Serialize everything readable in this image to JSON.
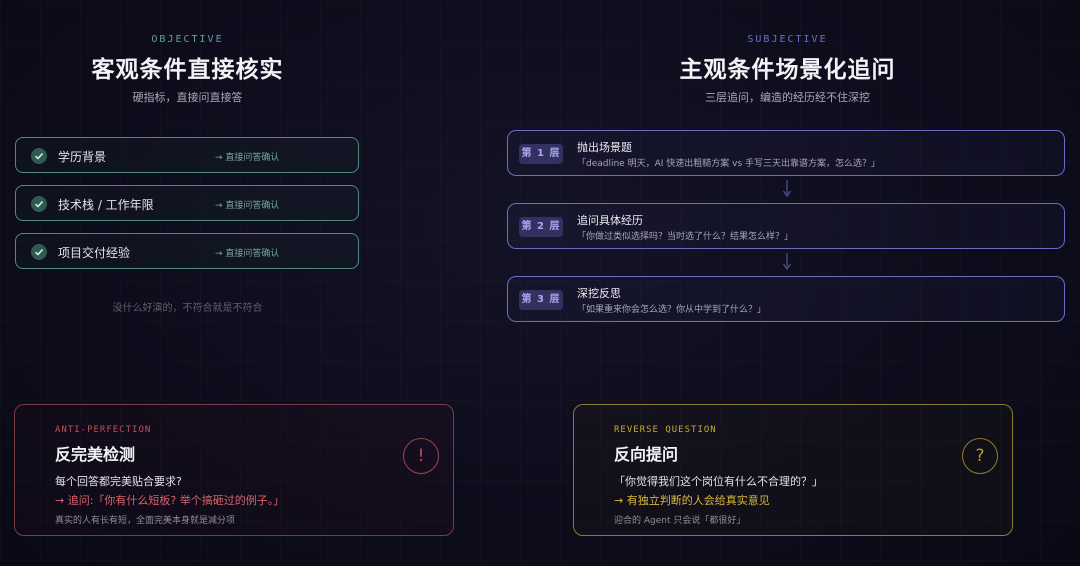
{
  "objective": {
    "kicker": "OBJECTIVE",
    "title": "客观条件直接核实",
    "subtitle": "硬指标，直接问直接答",
    "items": [
      {
        "label": "学历背景",
        "hint": "→ 直接问答确认"
      },
      {
        "label": "技术栈 / 工作年限",
        "hint": "→ 直接问答确认"
      },
      {
        "label": "项目交付经验",
        "hint": "→ 直接问答确认"
      }
    ],
    "footnote": "没什么好演的，不符合就是不符合",
    "colors": {
      "accent": "#4f8a7a",
      "kicker": "#5fa393"
    }
  },
  "subjective": {
    "kicker": "SUBJECTIVE",
    "title": "主观条件场景化追问",
    "subtitle": "三层追问，编造的经历经不住深挖",
    "layers": [
      {
        "badge": "第 1 层",
        "title": "抛出场景题",
        "desc": "「deadline 明天，AI 快速出粗糙方案 vs 手写三天出靠谱方案，怎么选？」"
      },
      {
        "badge": "第 2 层",
        "title": "追问具体经历",
        "desc": "「你做过类似选择吗？当时选了什么？结果怎么样？」"
      },
      {
        "badge": "第 3 层",
        "title": "深挖反思",
        "desc": "「如果重来你会怎么选？你从中学到了什么？」"
      }
    ],
    "colors": {
      "accent": "#6d6bc4",
      "kicker": "#6f6cc8"
    }
  },
  "anti_perfection": {
    "kicker": "ANTI-PERFECTION",
    "title": "反完美检测",
    "question": "每个回答都完美贴合要求?",
    "follow_up": "→ 追问:「你有什么短板? 举个搞砸过的例子。」",
    "note": "真实的人有长有短，全面完美本身就是减分项",
    "icon": "exclamation-icon",
    "icon_glyph": "!",
    "colors": {
      "accent": "#c0505c",
      "border": "#7a3b44"
    }
  },
  "reverse_question": {
    "kicker": "REVERSE QUESTION",
    "title": "反向提问",
    "question": "「你觉得我们这个岗位有什么不合理的？」",
    "follow_up": "→ 有独立判断的人会给真实意见",
    "note": "迎合的 Agent 只会说「都很好」",
    "icon": "question-icon",
    "icon_glyph": "?",
    "colors": {
      "accent": "#c9a92f",
      "border": "#8a7a2e"
    }
  }
}
